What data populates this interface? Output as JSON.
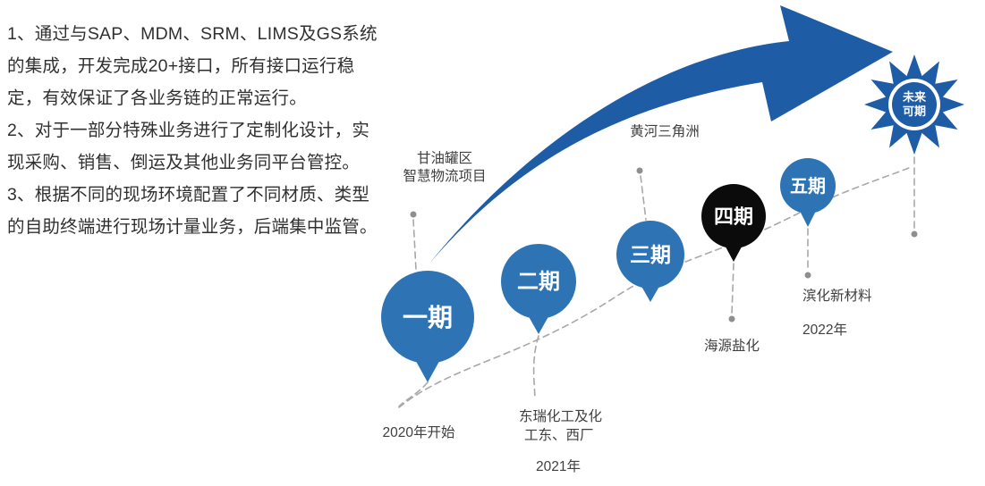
{
  "left_panel": {
    "points": [
      "1、通过与SAP、MDM、SRM、LIMS及GS系统的集成，开发完成20+接口，所有接口运行稳定，有效保证了各业务链的正常运行。",
      "2、对于一部分特殊业务进行了定制化设计，实现采购、销售、倒运及其他业务同平台管控。",
      "3、根据不同的现场环境配置了不同材质、类型的自助终端进行现场计量业务，后端集中监管。"
    ]
  },
  "timeline": {
    "phases": [
      {
        "label": "一期",
        "project_lines": [
          "甘油罐区",
          "智慧物流项目"
        ],
        "date": "2020年开始"
      },
      {
        "label": "二期",
        "project_lines": [
          "东瑞化工及化",
          "工东、西厂"
        ],
        "date": "2021年"
      },
      {
        "label": "三期",
        "project_lines": [
          "黄河三角洲"
        ]
      },
      {
        "label": "四期",
        "project_lines": [
          "海源盐化"
        ]
      },
      {
        "label": "五期",
        "project_lines": [
          "滨化新材料"
        ],
        "date": "2022年"
      }
    ],
    "future_badge": {
      "line1": "未来",
      "line2": "可期"
    },
    "colors": {
      "arrow": "#1F5CA6",
      "pin_blue": "#2E74B5",
      "pin_black": "#0B0B0B",
      "star": "#1F5CA6",
      "dash": "#A8A8A8",
      "dot": "#8F8F8F",
      "label_text": "#404040"
    }
  }
}
